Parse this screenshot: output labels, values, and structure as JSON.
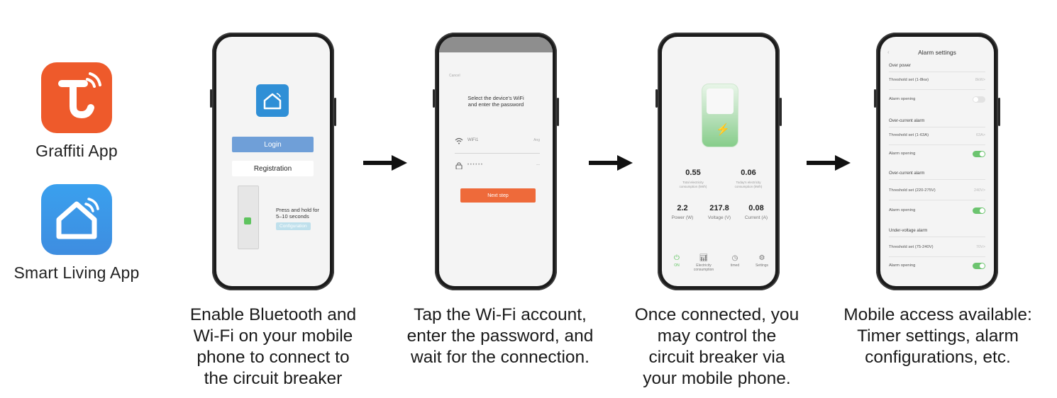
{
  "apps": [
    {
      "name": "Graffiti App",
      "icon": "tuya-t-icon",
      "color": "#ee5a2b"
    },
    {
      "name": "Smart Living App",
      "icon": "house-icon",
      "color": "#3e8de0"
    }
  ],
  "captions": [
    [
      "Enable Bluetooth and",
      "Wi-Fi on your mobile",
      "phone to connect to",
      "the circuit breaker"
    ],
    [
      "Tap the Wi-Fi account,",
      "enter the password, and",
      "wait for the connection."
    ],
    [
      "Once connected, you",
      "may control the",
      "circuit breaker via",
      "your mobile phone."
    ],
    [
      "Mobile access available:",
      "Timer settings, alarm",
      "configurations, etc."
    ]
  ],
  "phone1": {
    "login": "Login",
    "registration": "Registration",
    "hold_line1": "Press and hold for",
    "hold_line2": "5–10 seconds",
    "tag": "Configuration"
  },
  "phone2": {
    "cancel": "Cancel",
    "title_line1": "Select the device's WiFi",
    "title_line2": "and enter the password",
    "wifi_name": "WiFi1",
    "wifi_end": "Ang",
    "password_mask": "• • • • • •",
    "password_end": "---",
    "next": "Next step"
  },
  "phone3": {
    "total_value": "0.55",
    "total_label": "Total electricity consumption (kWh)",
    "today_value": "0.06",
    "today_label": "Today's electricity consumption (kWh)",
    "power_value": "2.2",
    "power_label": "Power (W)",
    "voltage_value": "217.8",
    "voltage_label": "Voltage (V)",
    "current_value": "0.08",
    "current_label": "Current (A)",
    "nav": [
      {
        "icon": "power-icon",
        "label": "ON"
      },
      {
        "icon": "bar-chart-icon",
        "label": "Electricity consumption"
      },
      {
        "icon": "clock-icon",
        "label": "timed"
      },
      {
        "icon": "gear-icon",
        "label": "Settings"
      }
    ],
    "accent": "#5ec35e"
  },
  "phone4": {
    "title": "Alarm settings",
    "over_power": "Over power",
    "threshold_power": "Threshold set (1-8kw)",
    "threshold_power_val": "8kW>",
    "alarm_opening": "Alarm opening",
    "over_current": "Over-current alarm",
    "threshold_current": "Threshold set (1-63A)",
    "threshold_current_val": "63A>",
    "over_voltage": "Over-current alarm",
    "threshold_voltage": "Threshold set (220-275V)",
    "threshold_voltage_val": "240V>",
    "under_voltage": "Under-voltage alarm",
    "threshold_under": "Threshold set (75-240V)",
    "threshold_under_val": "70V>",
    "alarm_opening_under": "Alarm opening"
  }
}
